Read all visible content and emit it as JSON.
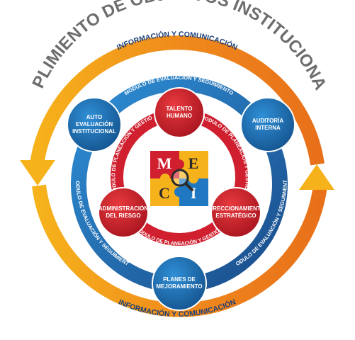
{
  "title": "CUMPLIMIENTO DE OBJETIVOS INSTITUCIONALES",
  "outer_band": {
    "top": "INFORMACIÓN Y COMUNICACIÓN",
    "bottom": "INFORMACIÓN Y COMUNICACIÓN"
  },
  "blue_ring": {
    "top": "MODULO DE EVALUACIÓN Y SEGUIMIENTO",
    "left": "MODULO DE EVALUACIÓN Y SEGUIMIENTO",
    "right": "MODULO DE EVALUACIÓN Y SEGUIMIENTO"
  },
  "red_ring": {
    "left": "MODULO DE PLANEACIÓN Y GESTIÓN",
    "right": "MODULO DE PLANEACIÓN Y GESTIÓN",
    "bottom": "MODULO DE PLANEACIÓN Y GESTIÓN"
  },
  "blue_nodes": {
    "auto": [
      "AUTO",
      "EVALUACIÓN",
      "INSTITUCIONAL"
    ],
    "auditoria": [
      "AUDITORÍA",
      "INTERNA"
    ],
    "planes": [
      "PLANES DE",
      "MEJORAMIENTO"
    ]
  },
  "red_nodes": {
    "talento": [
      "TALENTO",
      "HUMANO"
    ],
    "administracion": [
      "ADMINISTRACIÓN",
      "DEL RIESGO"
    ],
    "direccionamiento": [
      "DIRECCIONAMIENTO",
      "ESTRATÉGICO"
    ]
  },
  "meci": {
    "m": "M",
    "e": "E",
    "c": "C",
    "i": "I"
  },
  "colors": {
    "orange_dark": "#e8701a",
    "orange_light": "#f6b21b",
    "blue_dark": "#1f4f8f",
    "blue_mid": "#1f78c1",
    "red": "#d01f2e",
    "title_gray": "#6d6d6d"
  }
}
